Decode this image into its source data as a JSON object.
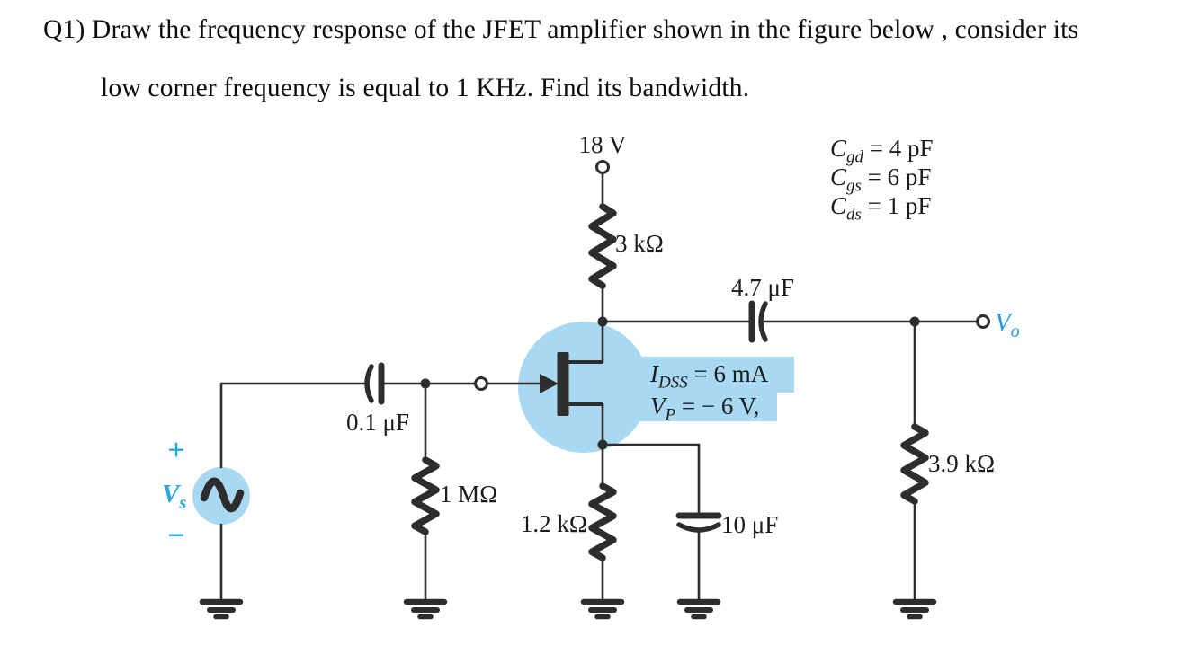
{
  "question": {
    "line1": "Q1) Draw the frequency response of the JFET amplifier shown in the figure below , consider its",
    "line2": "low corner frequency is equal to 1 KHz. Find its bandwidth."
  },
  "labels": {
    "supply": "18 V",
    "drain_resistor": "3 kΩ",
    "output_capacitor": "4.7 μF",
    "load_resistor": "3.9 kΩ",
    "input_capacitor": "0.1 μF",
    "gate_resistor": "1 MΩ",
    "source_resistor": "1.2 kΩ",
    "bypass_capacitor": "10 μF"
  },
  "device_capacitances": {
    "cgd": {
      "sym": "C",
      "sub": "gd",
      "val": " = 4 pF"
    },
    "cgs": {
      "sym": "C",
      "sub": "gs",
      "val": " = 6 pF"
    },
    "cds": {
      "sym": "C",
      "sub": "ds",
      "val": " = 1 pF"
    }
  },
  "device_params": {
    "idss": {
      "sym": "I",
      "sub": "DSS",
      "val": " = 6 mA"
    },
    "vp": {
      "sym": "V",
      "sub": "P",
      "val": " = − 6 V,"
    }
  },
  "source": {
    "plus": "+",
    "sym": "V",
    "sub": "s",
    "minus": "−"
  },
  "output": {
    "sym": "V",
    "sub": "o"
  },
  "colors": {
    "highlight": "#a9d9f2",
    "accent_text": "#2299dd",
    "line": "#2d2d2d"
  }
}
